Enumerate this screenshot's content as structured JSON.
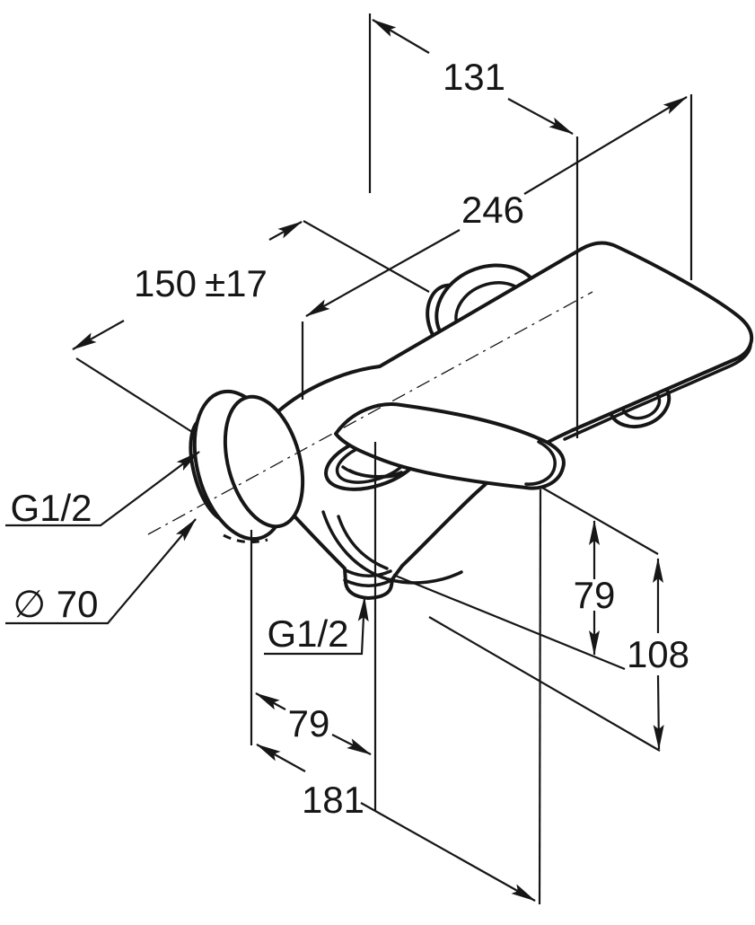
{
  "page": {
    "background": "#ffffff",
    "ink": "#161616"
  },
  "drawing": {
    "kind": "technical-dimension-drawing",
    "subject": "wall-mounted single-lever bath shower mixer, isometric view",
    "labels": {
      "dim_width_top": "131",
      "dim_length_overall": "246",
      "dim_projection": "150",
      "dim_projection_tol": "±17",
      "thread_inlet": "G1/2",
      "dia_escutcheon": "∅ 70",
      "thread_outlet": "G1/2",
      "dim_drop_spout": "79",
      "dim_drop_outlet": "108",
      "dim_offset_outlet": "79",
      "dim_length_bottom": "181"
    }
  }
}
